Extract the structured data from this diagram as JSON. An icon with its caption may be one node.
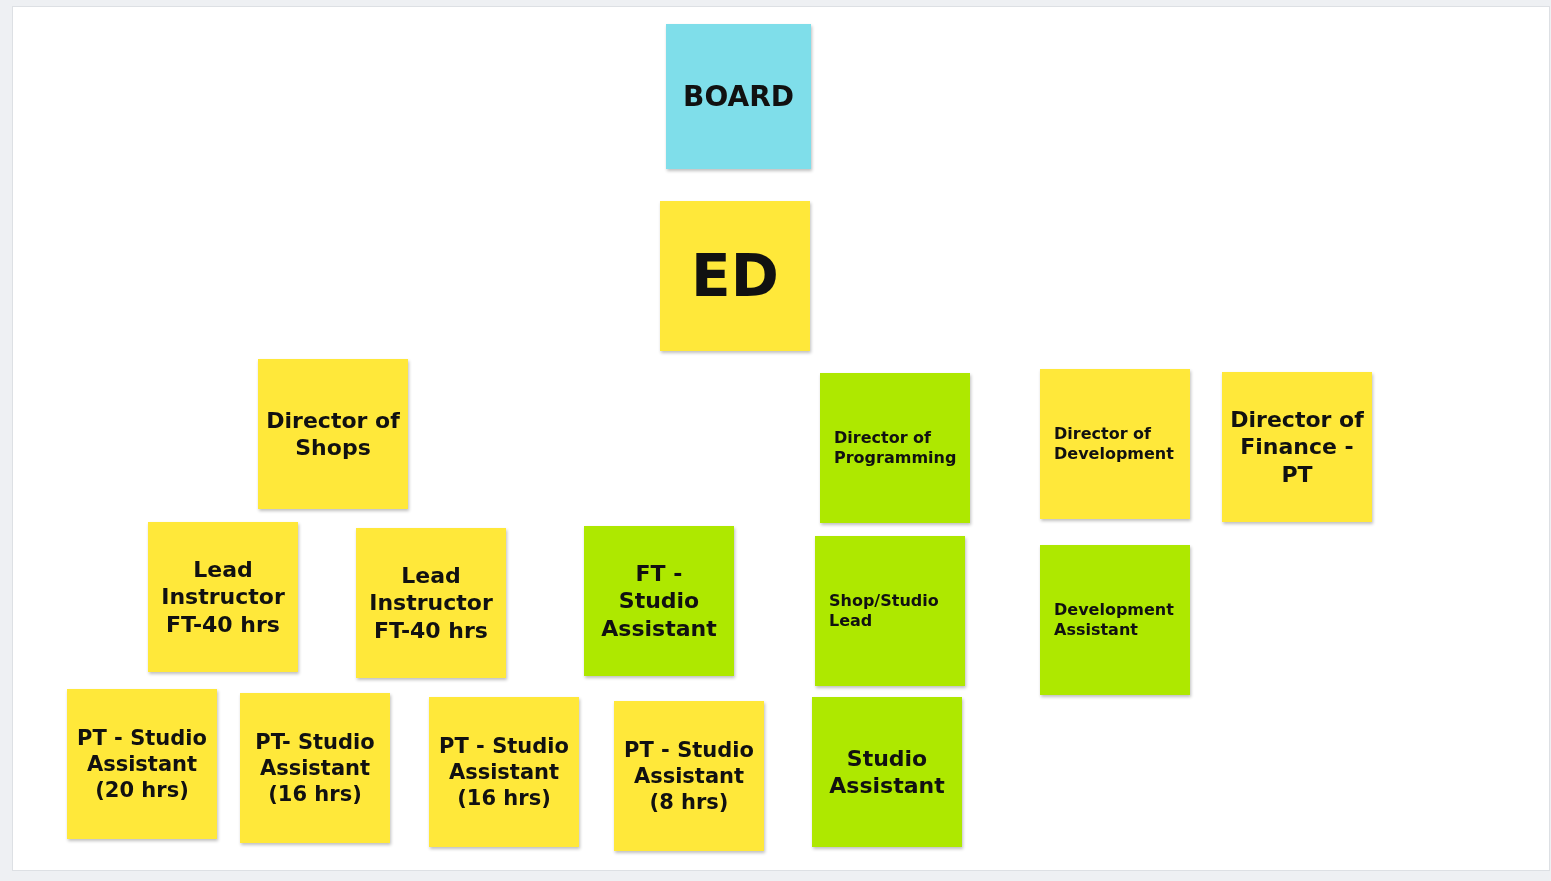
{
  "diagram": {
    "nodes": [
      {
        "text": [
          "BOARD"
        ]
      },
      {
        "text": [
          "ED"
        ]
      },
      {
        "text": [
          "Director of Shops"
        ]
      },
      {
        "text": [
          "Director of Programming"
        ]
      },
      {
        "text": [
          "Director of Development"
        ]
      },
      {
        "text": [
          "Director of Finance - PT"
        ]
      },
      {
        "text": [
          "Lead Instructor FT-40 hrs"
        ]
      },
      {
        "text": [
          "Lead Instructor FT-40 hrs"
        ]
      },
      {
        "text": [
          "FT - Studio Assistant"
        ]
      },
      {
        "text": [
          "Shop/Studio Lead"
        ]
      },
      {
        "text": [
          "Development Assistant"
        ]
      },
      {
        "text": [
          "PT - Studio Assistant (20 hrs)"
        ]
      },
      {
        "text": [
          "PT- Studio Assistant (16 hrs)"
        ]
      },
      {
        "text": [
          "PT - Studio Assistant (16 hrs)"
        ]
      },
      {
        "text": [
          "PT - Studio Assistant (8 hrs)"
        ]
      },
      {
        "text": [
          "Studio Assistant"
        ]
      }
    ]
  }
}
